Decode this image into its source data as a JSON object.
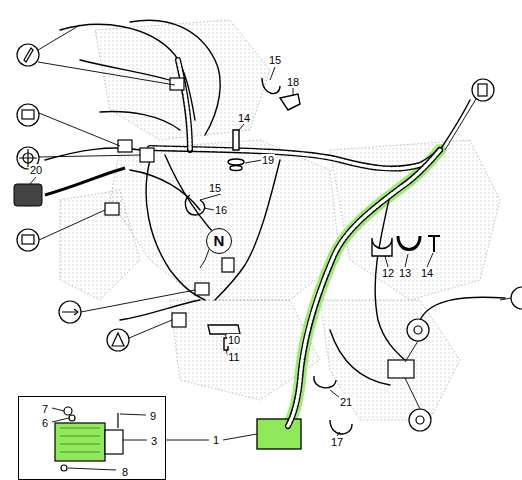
{
  "diagram": {
    "nodes": [
      {
        "text": [
          "N"
        ]
      },
      {
        "text": [
          "7",
          "6",
          "8",
          "9",
          "3"
        ]
      }
    ],
    "edges": [],
    "labels": [
      "15",
      "18",
      "14",
      "19",
      "20",
      "15",
      "16",
      "12",
      "13",
      "14",
      "10",
      "11",
      "21",
      "17",
      "1"
    ]
  }
}
